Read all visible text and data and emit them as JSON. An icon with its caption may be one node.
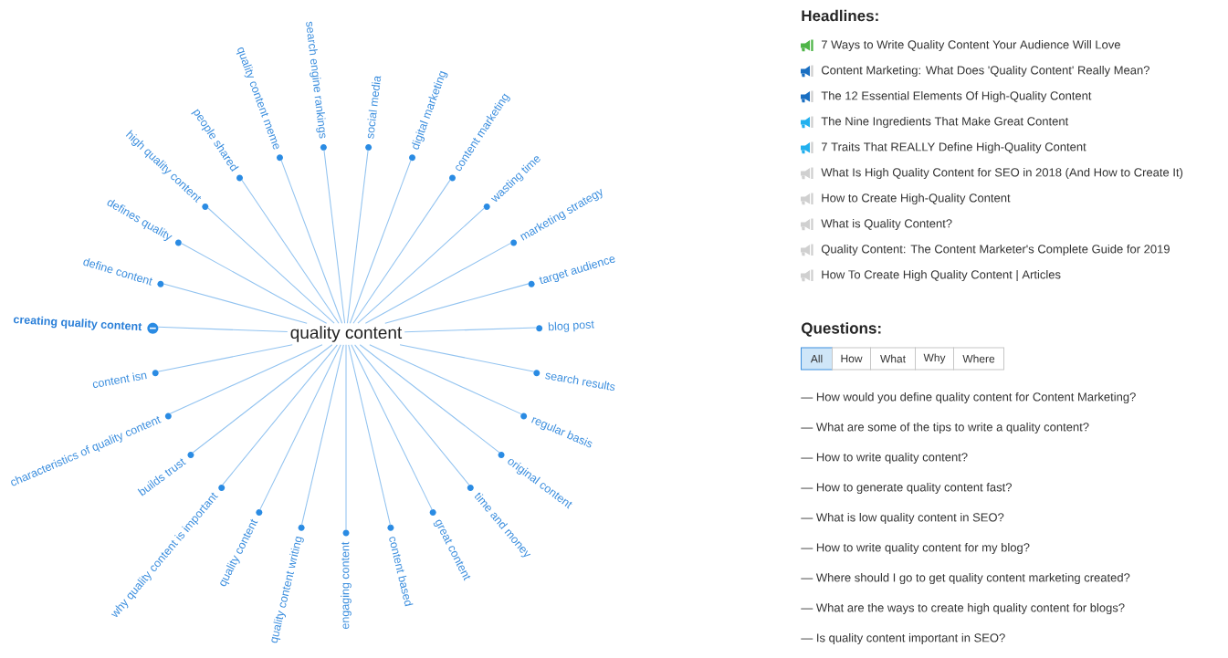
{
  "diagram": {
    "nodes": [
      {
        "text": [
          "quality content"
        ]
      },
      {
        "text": [
          "search engine rankings"
        ]
      },
      {
        "text": [
          "social media"
        ]
      },
      {
        "text": [
          "digital marketing"
        ]
      },
      {
        "text": [
          "content marketing"
        ]
      },
      {
        "text": [
          "wasting time"
        ]
      },
      {
        "text": [
          "marketing strategy"
        ]
      },
      {
        "text": [
          "target audience"
        ]
      },
      {
        "text": [
          "blog post"
        ]
      },
      {
        "text": [
          "search results"
        ]
      },
      {
        "text": [
          "regular basis"
        ]
      },
      {
        "text": [
          "original content"
        ]
      },
      {
        "text": [
          "time and money"
        ]
      },
      {
        "text": [
          "great content"
        ]
      },
      {
        "text": [
          "content based"
        ]
      },
      {
        "text": [
          "engaging content"
        ]
      },
      {
        "text": [
          "quality content writing"
        ]
      },
      {
        "text": [
          "quality content"
        ]
      },
      {
        "text": [
          "why quality content is important"
        ]
      },
      {
        "text": [
          "builds trust"
        ]
      },
      {
        "text": [
          "characteristics of quality content"
        ]
      },
      {
        "text": [
          "content isn"
        ]
      },
      {
        "text": [
          "creating quality content"
        ]
      },
      {
        "text": [
          "define content"
        ]
      },
      {
        "text": [
          "defines quality"
        ]
      },
      {
        "text": [
          "high quality content"
        ]
      },
      {
        "text": [
          "people shared"
        ]
      },
      {
        "text": [
          "quality content meme"
        ]
      }
    ],
    "edges": [
      {
        "from": 0,
        "to": 1,
        "arrow": "none"
      },
      {
        "from": 0,
        "to": 2,
        "arrow": "none"
      },
      {
        "from": 0,
        "to": 3,
        "arrow": "none"
      },
      {
        "from": 0,
        "to": 4,
        "arrow": "none"
      },
      {
        "from": 0,
        "to": 5,
        "arrow": "none"
      },
      {
        "from": 0,
        "to": 6,
        "arrow": "none"
      },
      {
        "from": 0,
        "to": 7,
        "arrow": "none"
      },
      {
        "from": 0,
        "to": 8,
        "arrow": "none"
      },
      {
        "from": 0,
        "to": 9,
        "arrow": "none"
      },
      {
        "from": 0,
        "to": 10,
        "arrow": "none"
      },
      {
        "from": 0,
        "to": 11,
        "arrow": "none"
      },
      {
        "from": 0,
        "to": 12,
        "arrow": "none"
      },
      {
        "from": 0,
        "to": 13,
        "arrow": "none"
      },
      {
        "from": 0,
        "to": 14,
        "arrow": "none"
      },
      {
        "from": 0,
        "to": 15,
        "arrow": "none"
      },
      {
        "from": 0,
        "to": 16,
        "arrow": "none"
      },
      {
        "from": 0,
        "to": 17,
        "arrow": "none"
      },
      {
        "from": 0,
        "to": 18,
        "arrow": "none"
      },
      {
        "from": 0,
        "to": 19,
        "arrow": "none"
      },
      {
        "from": 0,
        "to": 20,
        "arrow": "none"
      },
      {
        "from": 0,
        "to": 21,
        "arrow": "none"
      },
      {
        "from": 0,
        "to": 22,
        "arrow": "none"
      },
      {
        "from": 0,
        "to": 23,
        "arrow": "none"
      },
      {
        "from": 0,
        "to": 24,
        "arrow": "none"
      },
      {
        "from": 0,
        "to": 25,
        "arrow": "none"
      },
      {
        "from": 0,
        "to": 26,
        "arrow": "none"
      },
      {
        "from": 0,
        "to": 27,
        "arrow": "none"
      }
    ],
    "labels": [
      "Headlines:",
      "7 Ways to Write Quality Content Your Audience Will Love",
      "Content Marketing: What Does 'Quality Content' Really Mean?",
      "The 12 Essential Elements Of High-Quality Content",
      "The Nine Ingredients That Make Great Content",
      "7 Traits That REALLY Define High-Quality Content",
      "What Is High Quality Content for SEO in 2018 (And How to Create It)",
      "How to Create High-Quality Content",
      "What is Quality Content?",
      "Quality Content: The Content Marketer's Complete Guide for 2019",
      "How To Create High Quality Content | Articles",
      "Questions:",
      "All",
      "How",
      "What",
      "Why",
      "Where",
      "— How would you define quality content for Content Marketing?",
      "— What are some of the tips to write a quality content?",
      "— How to write quality content?",
      "— How to generate quality content fast?",
      "— What is low quality content in SEO?",
      "— How to write quality content for my blog?",
      "— Where should I go to get quality content marketing created?",
      "— What are the ways to create high quality content for blogs?",
      "— Is quality content important in SEO?"
    ]
  }
}
